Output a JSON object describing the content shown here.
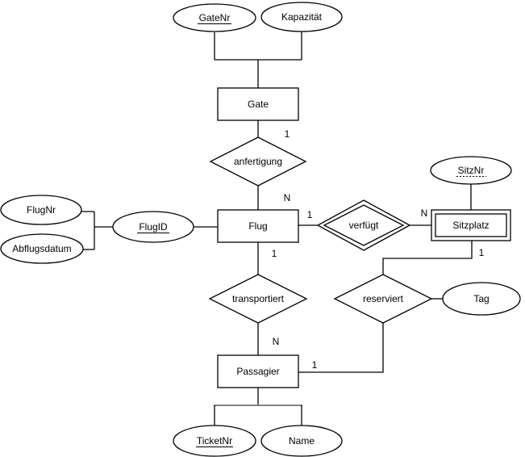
{
  "diagram_type": "entity-relationship-diagram",
  "colors": {
    "background": "#ffffff",
    "stroke": "#000000",
    "text": "#000000",
    "bracket_gray": "#808080"
  },
  "entities": {
    "gate": {
      "label": "Gate",
      "type": "entity"
    },
    "flug": {
      "label": "Flug",
      "type": "entity"
    },
    "sitzplatz": {
      "label": "Sitzplatz",
      "type": "weak-entity"
    },
    "passagier": {
      "label": "Passagier",
      "type": "entity"
    }
  },
  "relationships": {
    "anfertigung": {
      "label": "anfertigung",
      "type": "relationship"
    },
    "verfuegt": {
      "label": "verfügt",
      "type": "identifying-relationship"
    },
    "transportiert": {
      "label": "transportiert",
      "type": "relationship"
    },
    "reserviert": {
      "label": "reserviert",
      "type": "relationship"
    }
  },
  "attributes": {
    "gatenr": {
      "label": "GateNr",
      "key": "primary",
      "owner": "Gate"
    },
    "kapazitaet": {
      "label": "Kapazität",
      "key": "none",
      "owner": "Gate"
    },
    "flugnr": {
      "label": "FlugNr",
      "key": "none",
      "owner": "Flug"
    },
    "abflugsdatum": {
      "label": "Abflugsdatum",
      "key": "none",
      "owner": "Flug"
    },
    "flugid": {
      "label": "FlugID",
      "key": "primary",
      "owner": "Flug"
    },
    "sitznr": {
      "label": "SitzNr",
      "key": "partial",
      "owner": "Sitzplatz"
    },
    "tag": {
      "label": "Tag",
      "key": "none",
      "owner": "reserviert"
    },
    "ticketnr": {
      "label": "TicketNr",
      "key": "primary",
      "owner": "Passagier"
    },
    "name": {
      "label": "Name",
      "key": "none",
      "owner": "Passagier"
    }
  },
  "cardinalities": {
    "gate_anfertigung": "1",
    "anfertigung_flug": "N",
    "flug_verfuegt": "1",
    "verfuegt_sitzplatz": "N",
    "sitzplatz_reserviert": "1",
    "passagier_reserviert": "1",
    "flug_transportiert": "1",
    "transportiert_passagier": "N"
  }
}
